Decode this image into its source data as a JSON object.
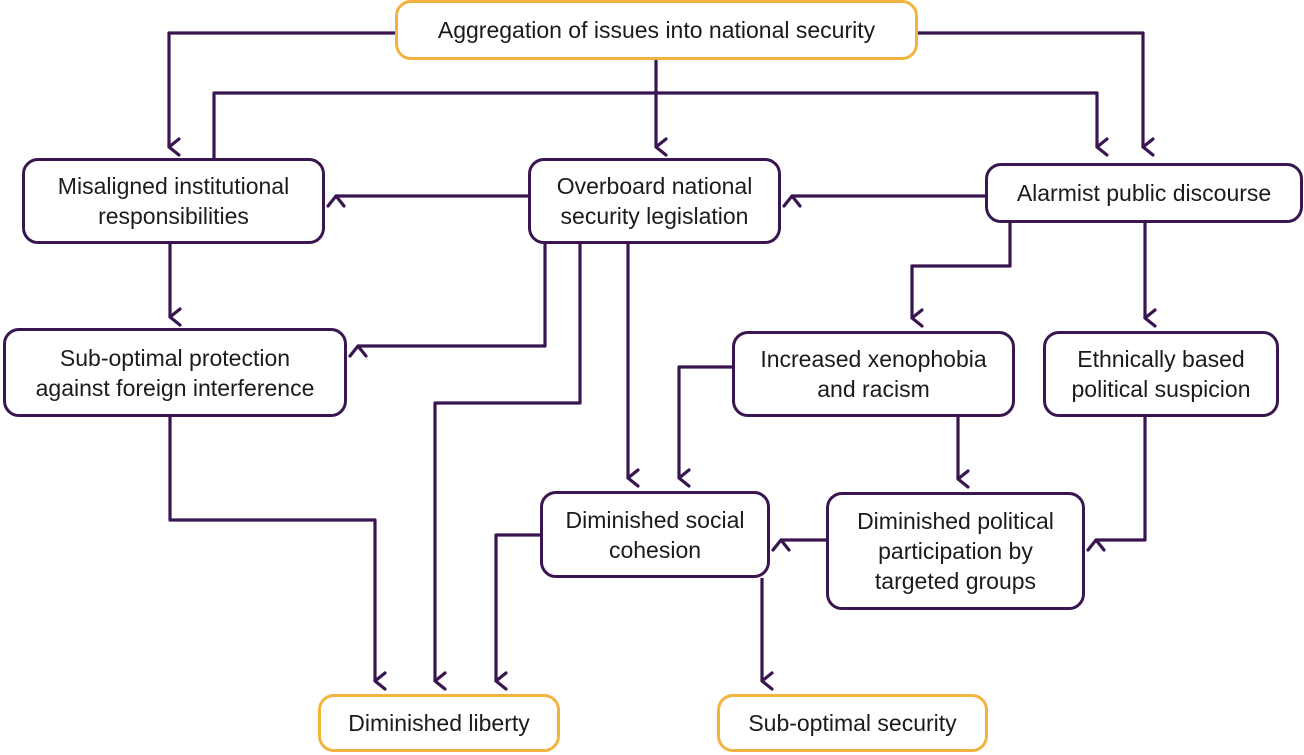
{
  "colors": {
    "line": "#3a1650",
    "node_border": "#3a1650",
    "outcome_border": "#f2b340",
    "text": "#1b1b1b"
  },
  "nodes": {
    "aggregation": "Aggregation of issues into national security",
    "misaligned": "Misaligned institutional\nresponsibilities",
    "overboard": "Overboard national\nsecurity legislation",
    "alarmist": "Alarmist public discourse",
    "suboptimal_protection": "Sub-optimal protection\nagainst foreign interference",
    "xenophobia": "Increased xenophobia\nand racism",
    "ethnic_suspicion": "Ethnically based\npolitical suspicion",
    "social_cohesion": "Diminished social\ncohesion",
    "political_participation": "Diminished political\nparticipation by\ntargeted groups",
    "liberty": "Diminished liberty",
    "suboptimal_security": "Sub-optimal security"
  },
  "edges": [
    {
      "from": "aggregation",
      "to": "misaligned"
    },
    {
      "from": "aggregation",
      "to": "overboard"
    },
    {
      "from": "aggregation",
      "to": "alarmist"
    },
    {
      "from": "misaligned",
      "to": "alarmist"
    },
    {
      "from": "overboard",
      "to": "misaligned"
    },
    {
      "from": "alarmist",
      "to": "overboard"
    },
    {
      "from": "misaligned",
      "to": "suboptimal_protection"
    },
    {
      "from": "overboard",
      "to": "suboptimal_protection"
    },
    {
      "from": "overboard",
      "to": "liberty"
    },
    {
      "from": "overboard",
      "to": "social_cohesion"
    },
    {
      "from": "alarmist",
      "to": "xenophobia"
    },
    {
      "from": "alarmist",
      "to": "ethnic_suspicion"
    },
    {
      "from": "xenophobia",
      "to": "social_cohesion"
    },
    {
      "from": "xenophobia",
      "to": "political_participation"
    },
    {
      "from": "ethnic_suspicion",
      "to": "political_participation"
    },
    {
      "from": "political_participation",
      "to": "social_cohesion"
    },
    {
      "from": "suboptimal_protection",
      "to": "liberty"
    },
    {
      "from": "social_cohesion",
      "to": "liberty"
    },
    {
      "from": "social_cohesion",
      "to": "suboptimal_security"
    }
  ]
}
